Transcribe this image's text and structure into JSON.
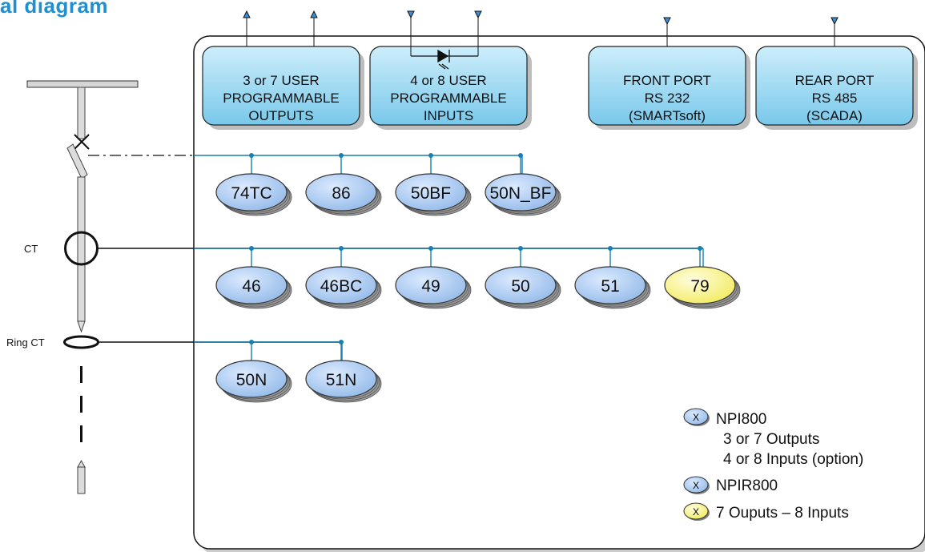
{
  "title": "al diagram",
  "ports": [
    {
      "lines": [
        "3 or 7 USER",
        "PROGRAMMABLE",
        "OUTPUTS"
      ]
    },
    {
      "lines": [
        "4 or 8 USER",
        "PROGRAMMABLE",
        "INPUTS"
      ]
    },
    {
      "lines": [
        "FRONT PORT",
        "RS 232",
        "(SMARTsoft)"
      ]
    },
    {
      "lines": [
        "REAR PORT",
        "RS 485",
        "(SCADA)"
      ]
    }
  ],
  "rows": [
    {
      "functions": [
        "74TC",
        "86",
        "50BF",
        "50N_BF"
      ]
    },
    {
      "functions": [
        "46",
        "46BC",
        "49",
        "50",
        "51",
        "79"
      ]
    },
    {
      "functions": [
        "50N",
        "51N"
      ]
    }
  ],
  "labels": {
    "ct": "CT",
    "ring_ct": "Ring CT"
  },
  "legend": {
    "marker": "X",
    "items": [
      {
        "lines": [
          "NPI800",
          "3 or 7 Outputs",
          "4 or 8 Inputs (option)"
        ]
      },
      {
        "lines": [
          "NPIR800"
        ]
      },
      {
        "lines": [
          "7 Ouputs – 8 Inputs"
        ]
      }
    ]
  },
  "colors": {
    "title": "#1e8fd0",
    "box": "#8fd3f0",
    "oval": "#a7c8ee",
    "oval_highlight": "#f7f37a",
    "line": "#1a7fb0"
  }
}
